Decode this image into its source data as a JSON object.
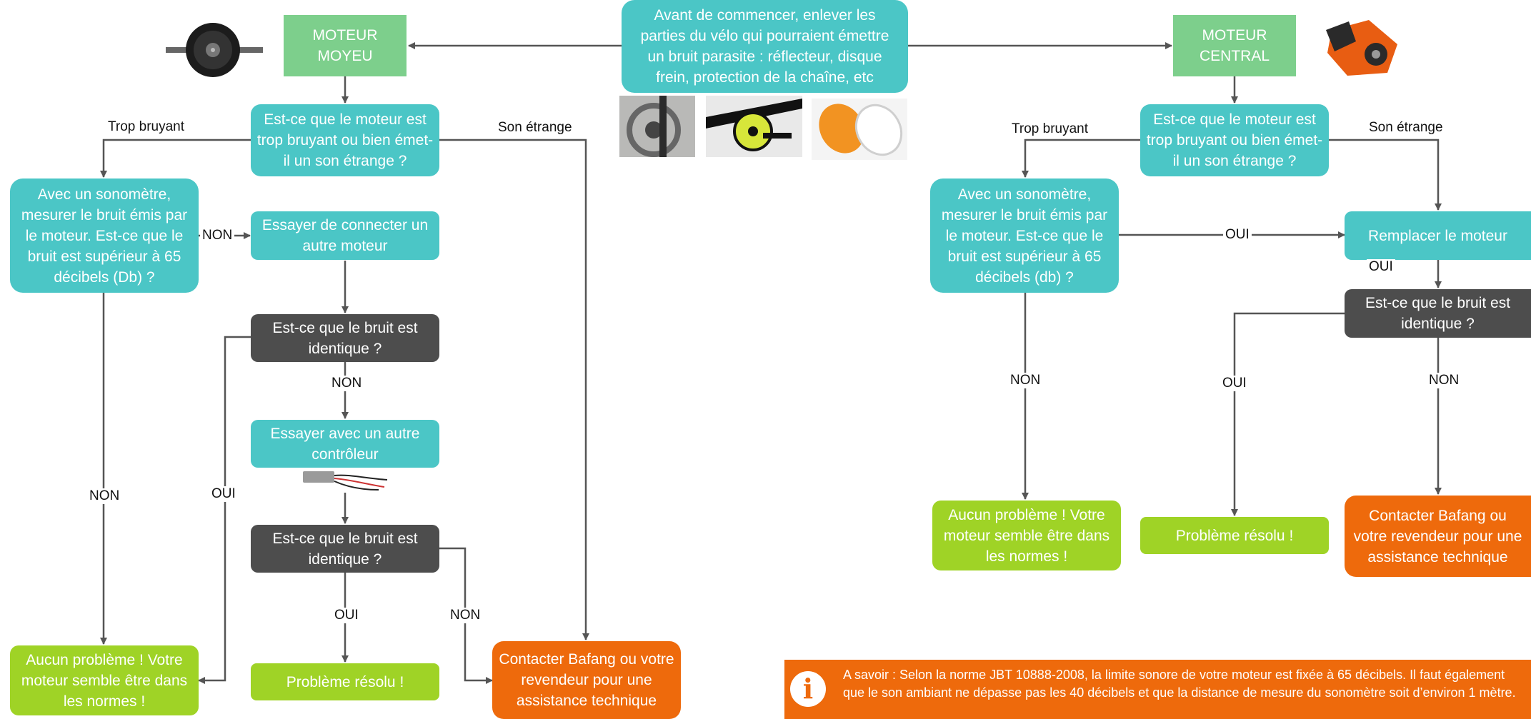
{
  "nodes": {
    "intro": "Avant de commencer, enlever les parties du vélo qui pourraient émettre un bruit parasite : réflecteur, disque frein, protection de la chaîne, etc",
    "left_motor": "MOTEUR\nMOYEU",
    "right_motor": "MOTEUR\nCENTRAL",
    "l_q1": "Est-ce que le moteur est trop bruyant ou bien émet-il un son étrange ?",
    "l_sono": "Avec un sonomètre, mesurer le bruit émis par le moteur. Est-ce que le bruit est supérieur à 65 décibels (Db) ?",
    "l_connect": "Essayer de connecter un autre moteur",
    "l_q2": "Est-ce que le bruit est identique ?",
    "l_ctrl": "Essayer avec un autre contrôleur",
    "l_q3": "Est-ce que le bruit est identique ?",
    "l_ok": "Aucun problème ! Votre moteur semble être dans les normes !",
    "l_solved": "Problème résolu !",
    "l_contact": "Contacter Bafang ou votre revendeur pour une assistance technique",
    "r_q1": "Est-ce que le moteur est trop bruyant ou bien émet-il un son étrange ?",
    "r_sono": "Avec un sonomètre, mesurer le bruit émis par le moteur. Est-ce que le bruit est supérieur à 65 décibels (db) ?",
    "r_replace": "Remplacer le moteur",
    "r_q2": "Est-ce que le bruit est identique ?",
    "r_ok": "Aucun problème ! Votre moteur semble être dans les normes !",
    "r_solved": "Problème résolu !",
    "r_contact": "Contacter Bafang ou votre revendeur pour une assistance technique"
  },
  "labels": {
    "l_trop": "Trop bruyant",
    "l_son": "Son étrange",
    "l_non_connect": "NON",
    "l_non_q2": "NON",
    "l_oui_q2": "OUI",
    "l_non_sono": "NON",
    "l_oui_q3": "OUI",
    "l_non_q3": "NON",
    "r_trop": "Trop bruyant",
    "r_son": "Son étrange",
    "r_oui_sono": "OUI",
    "r_oui_replace": "OUI",
    "r_non_sono": "NON",
    "r_oui_q2": "OUI",
    "r_non_q2": "NON"
  },
  "info": {
    "icon": "info-icon",
    "text": "A savoir : Selon la norme JBT 10888-2008, la limite sonore de votre moteur est fixée à 65 décibels. Il faut également que le son ambiant ne dépasse pas les 40 décibels et que la distance de mesure du sonomètre soit d’environ 1 mètre."
  },
  "colors": {
    "teal": "#4bc6c6",
    "dark": "#4d4d4d",
    "green": "#7dcf8c",
    "lime": "#9fd326",
    "orange": "#ee6a0c",
    "line": "#555555"
  }
}
